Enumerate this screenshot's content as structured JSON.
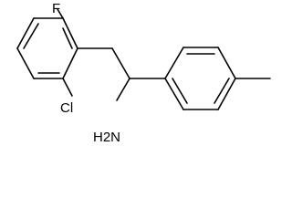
{
  "molecule": {
    "atom_labels": {
      "fluorine": "F",
      "chlorine": "Cl",
      "amine": "H2N"
    }
  },
  "colors": {
    "bond": "#000000",
    "label": "#000000",
    "background": "#ffffff"
  }
}
